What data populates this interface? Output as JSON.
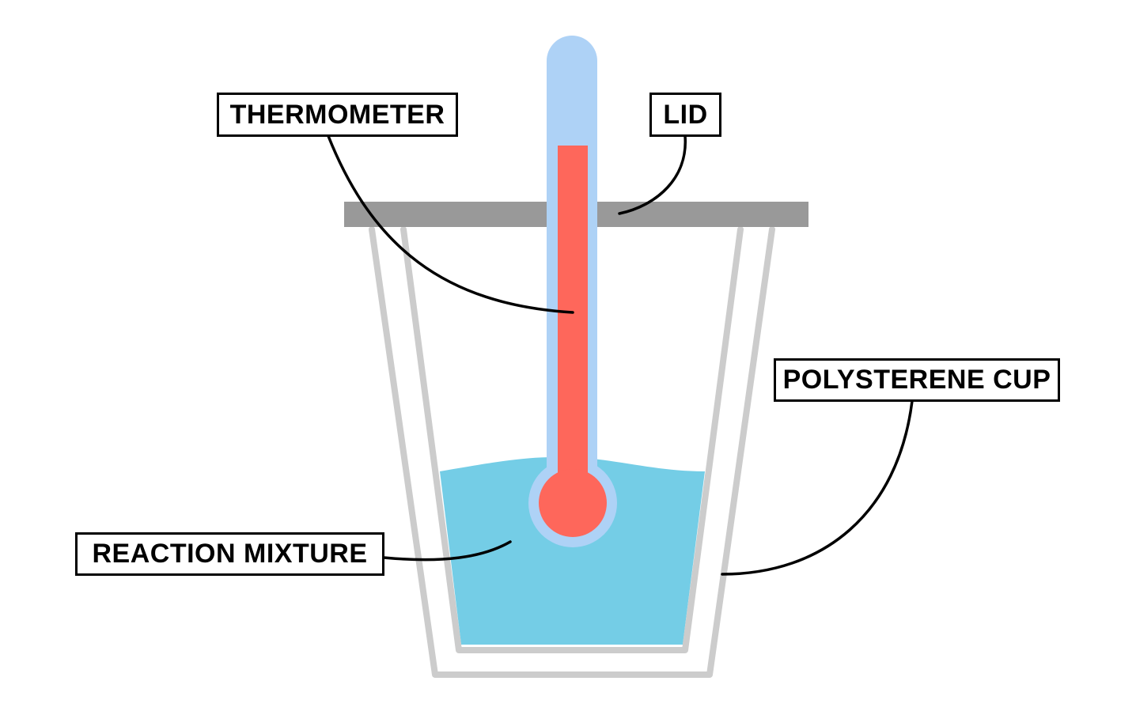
{
  "labels": {
    "thermometer": "THERMOMETER",
    "lid": "LID",
    "cup": "POLYSTERENE CUP",
    "mixture": "REACTION MIXTURE"
  },
  "colors": {
    "thermometer_glass": "#aed2f6",
    "thermometer_liquid": "#fe675b",
    "lid": "#999999",
    "cup": "#cccccc",
    "mixture": "#74cde6"
  }
}
